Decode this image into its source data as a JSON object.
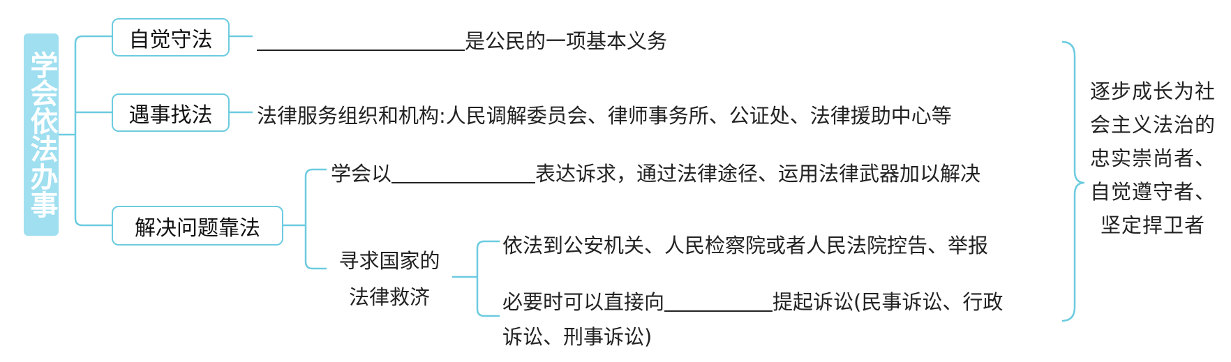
{
  "root": {
    "title": "学会依法办事"
  },
  "branches": [
    {
      "label": "自觉守法",
      "text_after_blank": "是公民的一项基本义务"
    },
    {
      "label": "遇事找法",
      "text": "法律服务组织和机构:人民调解委员会、律师事务所、公证处、法律援助中心等"
    },
    {
      "label": "解决问题靠法",
      "sub1": {
        "before_blank": "学会以",
        "after_blank": "表达诉求，通过法律途径、运用法律武器加以解决"
      },
      "sub2": {
        "label_line1": "寻求国家的",
        "label_line2": "法律救济",
        "item1": "依法到公安机关、人民检察院或者人民法院控告、举报",
        "item2_before_blank": "必要时可以直接向",
        "item2_after_blank_line1": "提起诉讼(民事诉讼、行政",
        "item2_line2": "诉讼、刑事诉讼)"
      }
    }
  ],
  "summary": "逐步成长为社会主义法治的忠实崇尚者、自觉遵守者、坚定捍卫者",
  "colors": {
    "accent": "#6ccbe0",
    "root_fill": "#9fdff0",
    "text": "#222222"
  }
}
